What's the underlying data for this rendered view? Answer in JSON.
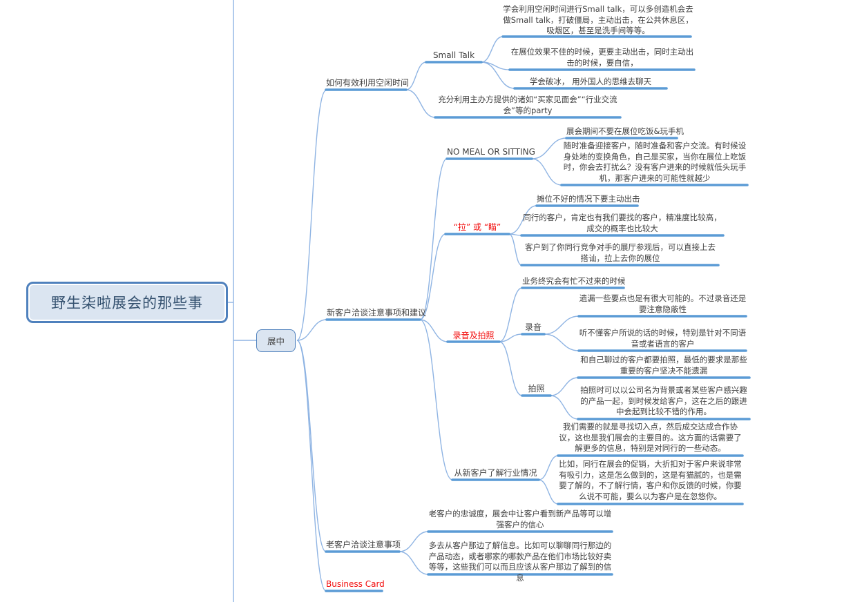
{
  "colors": {
    "bar_blue": "#5b9bd5",
    "curve_blue": "#8fb4e3",
    "node_border": "#4f81bd",
    "node_fill": "#dbe5f1",
    "text": "#404040",
    "highlight_red": "#f20d0d"
  },
  "map": {
    "root": "野生柒啦展会的那些事",
    "stage": "展中",
    "free_time": {
      "label": "如何有效利用空闲时间",
      "small_talk": {
        "label": "Small Talk",
        "points": [
          "学会利用空闲时间进行Small talk，可以多创造机会去做Small talk，打破僵局，主动出击，在公共休息区，吸烟区，甚至是洗手间等等。",
          "在展位效果不佳的时候，更要主动出击，同时主动出击的时候，要自信，",
          "学会破冰， 用外国人的思维去聊天"
        ]
      },
      "party": "充分利用主办方提供的诸如“买家见面会”“行业交流会”等的party"
    },
    "new_customer": {
      "label": "新客户洽谈注意事项和建议",
      "no_meal": {
        "label": "NO MEAL OR SITTING",
        "points": [
          "展会期间不要在展位吃饭&玩手机",
          "随时准备迎接客户，随时准备和客户交流。有时候设身处地的变换角色，自己是买家，当你在展位上吃饭时，你会去打扰么？没有客户进来的时候就低头玩手机，那客户进来的可能性就越少"
        ]
      },
      "pull_or_spot": {
        "label": "“拉” 或 “瞄”",
        "points": [
          "摊位不好的情况下要主动出击",
          "同行的客户，肯定也有我们要找的客户，精准度比较高，成交的概率也比较大",
          "客户到了你同行竞争对手的展厅参观后，可以直接上去搭讪，拉上去你的展位"
        ]
      },
      "record_photo": {
        "label": "录音及拍照",
        "busy_note": "业务终究会有忙不过来的时候",
        "record": {
          "label": "录音",
          "points": [
            "遗漏一些要点也是有很大可能的。不过录音还是要注意隐蔽性",
            "听不懂客户所说的话的时候，特别是针对不同语音或者语言的客户"
          ]
        },
        "photo": {
          "label": "拍照",
          "points": [
            "和自己聊过的客户都要拍照，最低的要求是那些重要的客户坚决不能遗漏",
            "拍照时可以以公司名为背景或者某些客户感兴趣的产品一起，到时候发给客户，这在之后的跟进中会起到比较不错的作用。"
          ]
        }
      },
      "learn_industry": {
        "label": "从新客户了解行业情况",
        "points": [
          "我们需要的就是寻找切入点，然后成交达成合作协议，这也是我们展会的主要目的。这方面的话需要了解更多的信息，特别是对同行的一些动态。",
          "比如，同行在展会的促销，大折扣对于客户来说非常有吸引力，这是怎么做到的，这是有猫腻的，也是需要了解的，不了解行情，客户和你反馈的时候，你要么说不可能，要么以为客户是在忽悠你。"
        ]
      }
    },
    "old_customer": {
      "label": "老客户洽谈注意事项",
      "points": [
        "老客户的忠诚度，展会中让客户看到新产品等可以增强客户的信心",
        "多去从客户那边了解信息。比如可以聊聊同行那边的产品动态，或者哪家的哪款产品在他们市场比较好卖等等，这些我们可以而且应该从客户那边了解到的信息"
      ]
    },
    "business_card": {
      "label": "Business Card"
    }
  }
}
